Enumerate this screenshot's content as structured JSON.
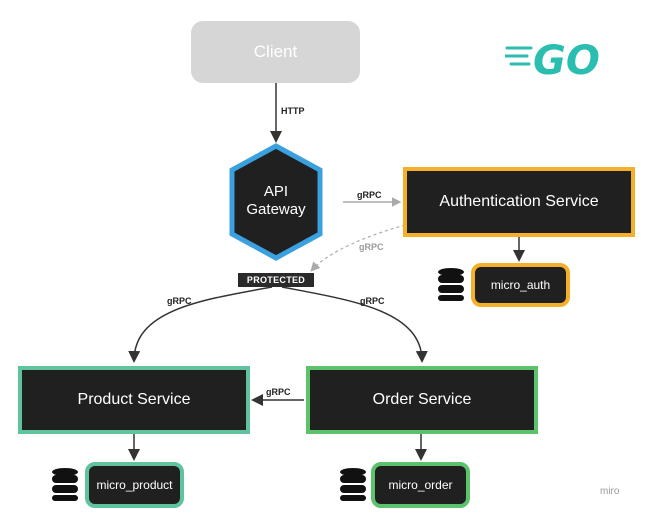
{
  "client": {
    "label": "Client"
  },
  "gateway": {
    "line1": "API",
    "line2": "Gateway",
    "protected_label": "PROTECTED"
  },
  "services": {
    "auth": "Authentication Service",
    "product": "Product Service",
    "order": "Order Service"
  },
  "databases": {
    "auth": "micro_auth",
    "product": "micro_product",
    "order": "micro_order"
  },
  "edges": {
    "client_gateway": "HTTP",
    "gateway_auth": "gRPC",
    "auth_gateway": "gRPC",
    "gateway_product": "gRPC",
    "gateway_order": "gRPC",
    "order_product": "gRPC"
  },
  "logo": {
    "text": "GO"
  },
  "watermark": "miro",
  "colors": {
    "dark": "#202020",
    "auth_border": "#f4b02a",
    "product_border": "#5fc49e",
    "order_border": "#5cc26c",
    "gateway_border": "#3aa0e0",
    "go_blue": "#29beb0"
  }
}
